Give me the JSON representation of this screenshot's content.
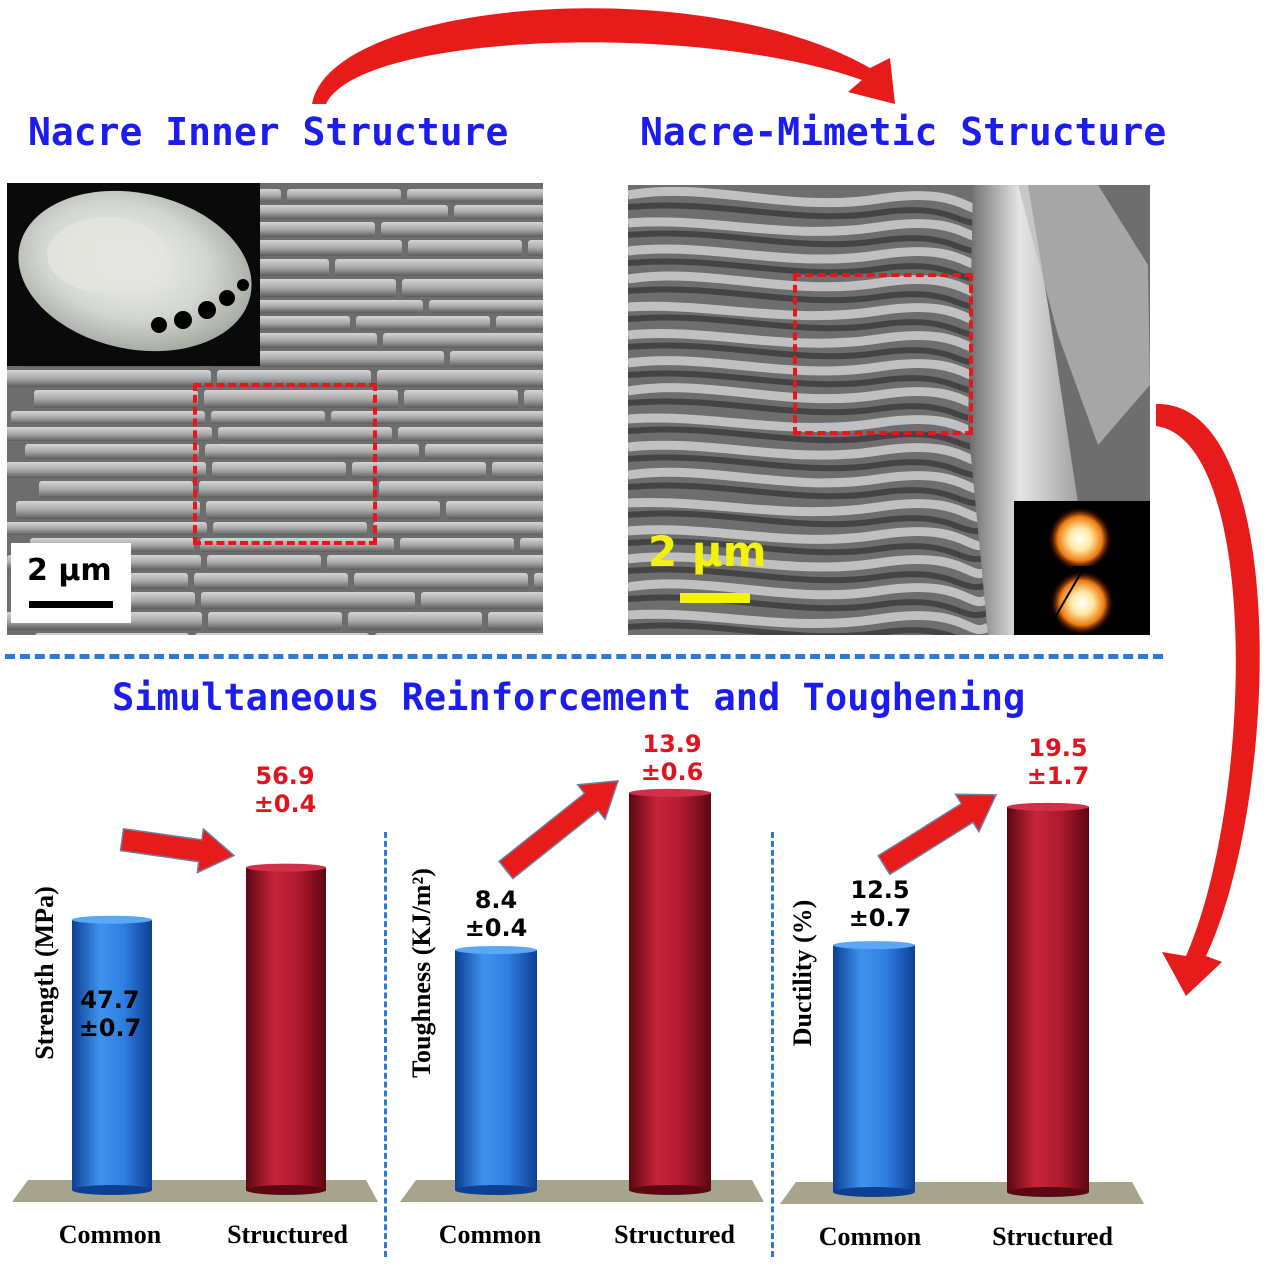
{
  "header": {
    "left_title": "Nacre Inner Structure",
    "right_title": "Nacre-Mimetic Structure",
    "middle_title": "Simultaneous Reinforcement and Toughening"
  },
  "images": {
    "left_scale": "2 µm",
    "right_scale": "2 µm"
  },
  "colors": {
    "title": "#1c1cf0",
    "common_bar": "#1f6fd6",
    "structured_bar": "#a8112a",
    "structured_label": "#e0141e",
    "arrow": "#e81b1b",
    "divider": "#2b7ad6"
  },
  "chart_data": [
    {
      "type": "bar",
      "ylabel": "Strength (MPa)",
      "categories": [
        "Common",
        "Structured"
      ],
      "values": [
        47.7,
        56.9
      ],
      "errors": [
        0.7,
        0.4
      ],
      "value_labels": [
        "47.7",
        "56.9"
      ],
      "error_labels": [
        "±0.7",
        "±0.4"
      ]
    },
    {
      "type": "bar",
      "ylabel": "Toughness (KJ/m²)",
      "categories": [
        "Common",
        "Structured"
      ],
      "values": [
        8.4,
        13.9
      ],
      "errors": [
        0.4,
        0.6
      ],
      "value_labels": [
        "8.4",
        "13.9"
      ],
      "error_labels": [
        "±0.4",
        "±0.6"
      ]
    },
    {
      "type": "bar",
      "ylabel": "Ductility (%)",
      "categories": [
        "Common",
        "Structured"
      ],
      "values": [
        12.5,
        19.5
      ],
      "errors": [
        0.7,
        1.7
      ],
      "value_labels": [
        "12.5",
        "19.5"
      ],
      "error_labels": [
        "±0.7",
        "±1.7"
      ]
    }
  ]
}
